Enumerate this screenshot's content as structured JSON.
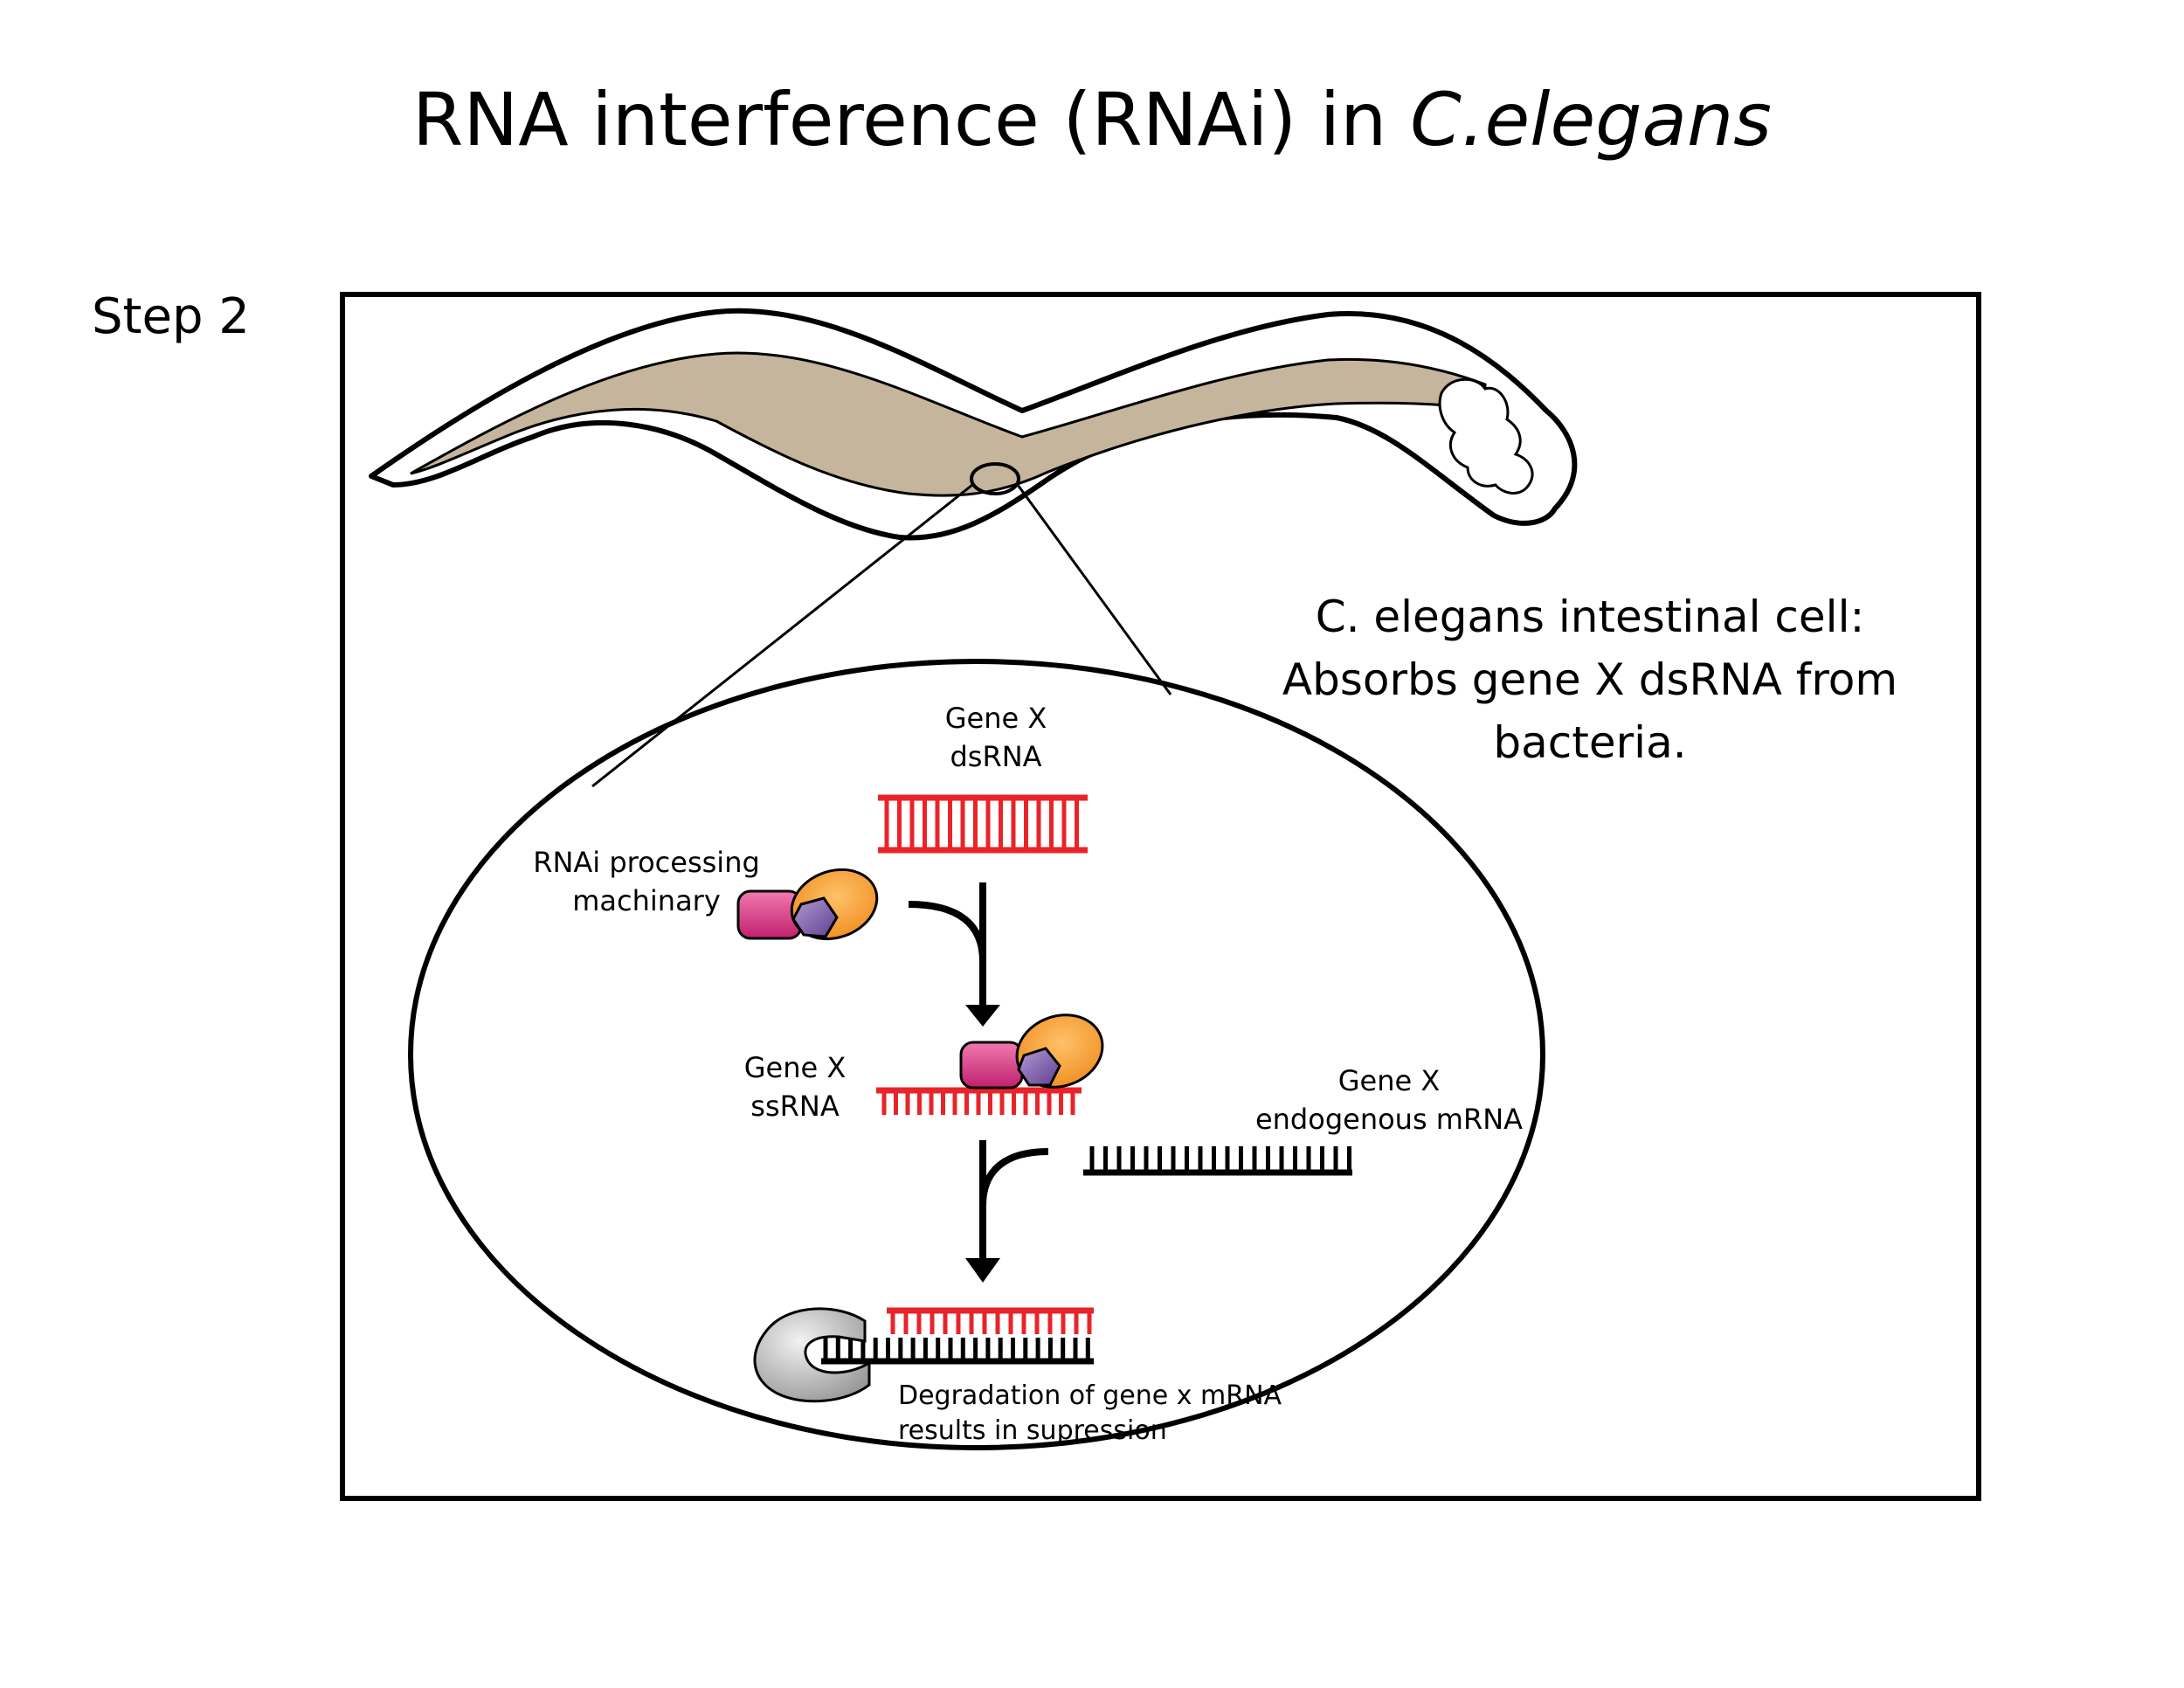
{
  "title": {
    "main": "RNA interference (RNAi) in ",
    "italic": "C.elegans"
  },
  "step_label": "Step 2",
  "caption": {
    "line1": "C. elegans intestinal cell:",
    "line2": "Absorbs gene X dsRNA from bacteria."
  },
  "labels": {
    "dsrna_line1": "Gene X",
    "dsrna_line2": "dsRNA",
    "machinery_line1": "RNAi processing",
    "machinery_line2": "machinary",
    "ssrna_line1": "Gene X",
    "ssrna_line2": "ssRNA",
    "mrna_line1": "Gene X",
    "mrna_line2": "endogenous mRNA",
    "degradation_line1": "Degradation of gene x mRNA",
    "degradation_line2": "results in supression"
  },
  "colors": {
    "rna_red": "#e8242b",
    "worm_gut": "#c4b59c",
    "protein_pink": "#d6357f",
    "protein_orange": "#f39a2d",
    "protein_purple": "#7b5aa6",
    "nuclease_gray": "#c9c9c9"
  },
  "icons": [
    "worm",
    "zoom-circle",
    "dsrna-ladder",
    "ssrna-comb",
    "mrna-comb",
    "protein-complex",
    "nuclease",
    "arrow-down"
  ]
}
